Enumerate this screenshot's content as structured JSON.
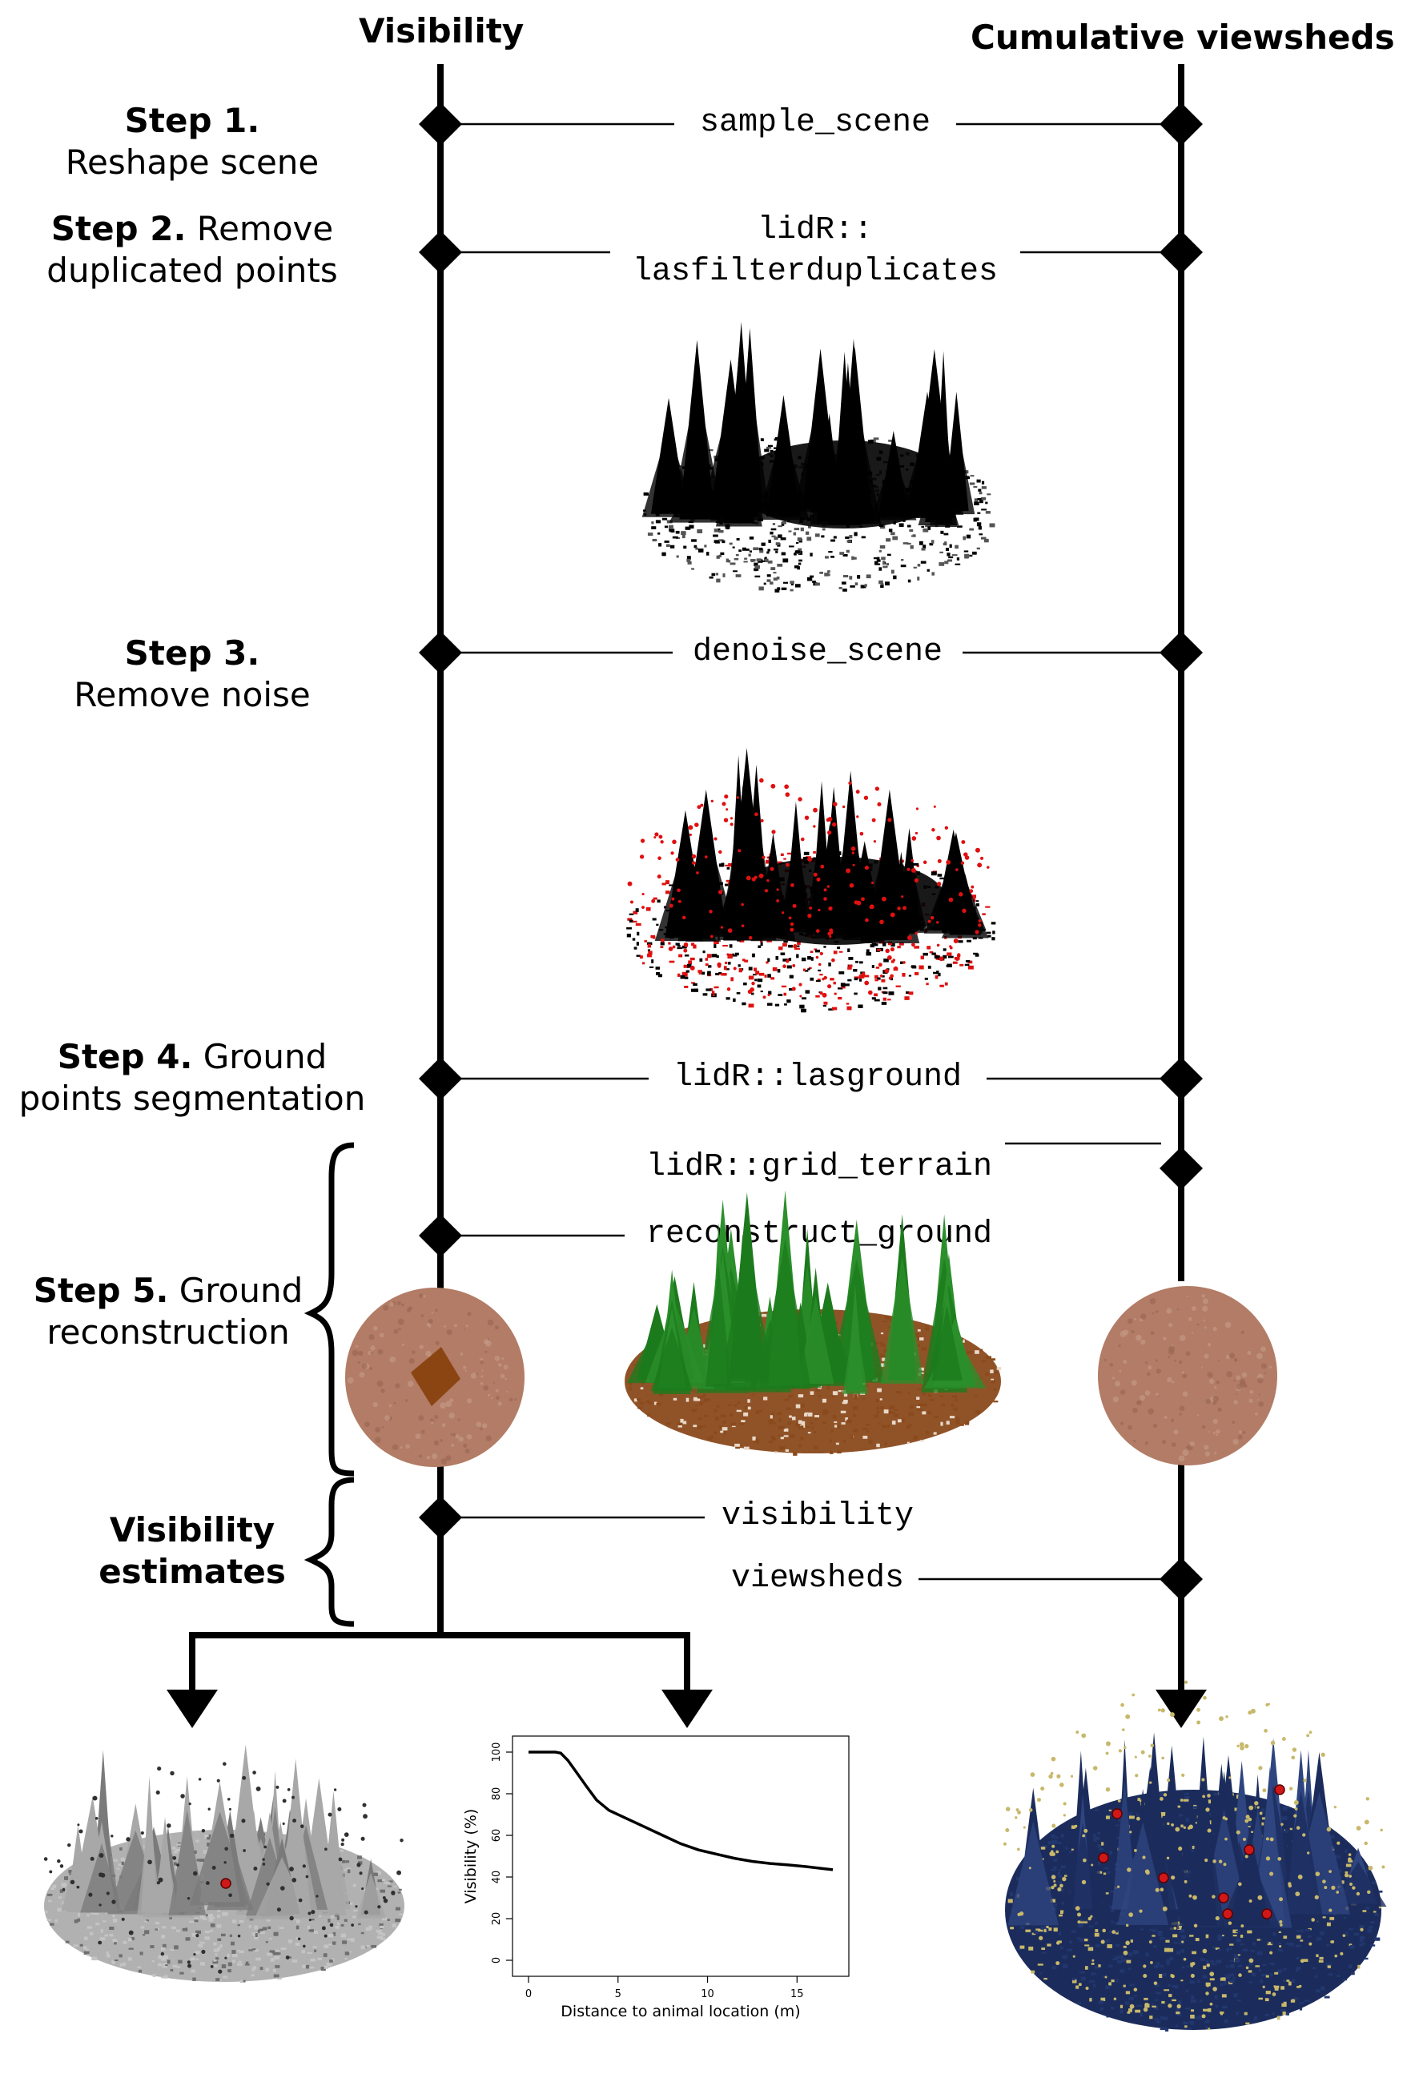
{
  "columns": {
    "visibility": "Visibility",
    "cumulative": "Cumulative viewsheds"
  },
  "steps": {
    "step1": {
      "label": "Step 1.",
      "text": "Reshape scene"
    },
    "step2": {
      "label": "Step 2.",
      "text1": "Remove",
      "text2": "duplicated points"
    },
    "step3": {
      "label": "Step 3.",
      "text": "Remove noise"
    },
    "step4": {
      "label": "Step 4.",
      "text1": "Ground",
      "text2": "points segmentation"
    },
    "step5": {
      "label": "Step 5.",
      "text1": "Ground",
      "text2": "reconstruction"
    },
    "estimates": {
      "line1": "Visibility",
      "line2": "estimates"
    }
  },
  "functions": {
    "sample_scene": "sample_scene",
    "filter_dup_1": "lidR::",
    "filter_dup_2": "lasfilterduplicates",
    "denoise_scene": "denoise_scene",
    "lasground": "lidR::lasground",
    "grid_terrain": "lidR::grid_terrain",
    "reconstruct_ground": "reconstruct_ground",
    "visibility": "visibility",
    "viewsheds": "viewsheds"
  },
  "colors": {
    "line": "#000000",
    "forest": "#000000",
    "noise": "#e01010",
    "ground": "#b27c66",
    "soil": "#8a4a1c",
    "patch": "#8b4513",
    "vegetation": "#1c7a1c",
    "gray_scene": "#a8a8a8",
    "viewshed_dark": "#1b2c5c",
    "viewshed_light": "#c8b86a",
    "marker": "#d01818"
  },
  "chart_data": {
    "type": "line",
    "xlabel": "Distance to animal location (m)",
    "ylabel": "Visibility (%)",
    "xlim": [
      0,
      17
    ],
    "ylim": [
      0,
      100
    ],
    "xticks": [
      0,
      5,
      10,
      15
    ],
    "yticks": [
      0,
      20,
      40,
      60,
      80,
      100
    ],
    "x": [
      0,
      0.5,
      1,
      1.5,
      1.8,
      2.2,
      2.7,
      3.2,
      3.8,
      4.5,
      5.5,
      6.5,
      7.5,
      8.5,
      9.5,
      10.5,
      11.5,
      12.5,
      13.5,
      14.5,
      15.5,
      16.5,
      17
    ],
    "values": [
      100,
      100,
      100,
      100,
      99.5,
      96,
      90,
      84,
      77,
      72,
      68,
      64,
      60,
      56,
      53,
      51,
      49,
      47.5,
      46.5,
      45.8,
      45,
      44,
      43.5
    ]
  }
}
